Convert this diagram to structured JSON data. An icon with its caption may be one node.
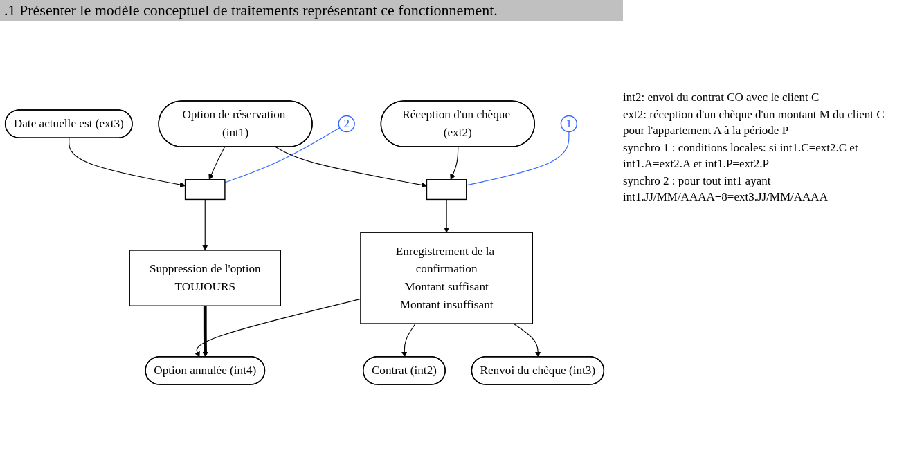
{
  "diagram": {
    "title": ".1 Présenter le modèle conceptuel de traitements représentant ce fonctionnement.",
    "nodes": [
      {
        "text": [
          "Date actuelle est (ext3)"
        ]
      },
      {
        "text": [
          "Option de réservation (int1)"
        ]
      },
      {
        "text": [
          "Réception d'un chèque (ext2)"
        ]
      },
      {
        "text": [],
        "shape": "box"
      },
      {
        "text": [
          "2"
        ]
      },
      {
        "text": [],
        "shape": "box"
      },
      {
        "text": [
          "1"
        ]
      },
      {
        "text": [
          "Suppression de l'option",
          "TOUJOURS"
        ]
      },
      {
        "text": [
          "Enregistrement de la confirmation",
          "Montant suffisant",
          "Montant insuffisant"
        ]
      },
      {
        "text": [
          "Contrat (int2)"
        ]
      },
      {
        "text": [
          "Renvoi du chèque (int3)"
        ]
      },
      {
        "text": [
          "Option annulée (int4)"
        ]
      }
    ],
    "edges": [
      {
        "from": 0,
        "to": 3,
        "arrow": "to"
      },
      {
        "from": 1,
        "to": 3,
        "arrow": "to"
      },
      {
        "from": 1,
        "to": 5,
        "arrow": "to"
      },
      {
        "from": 2,
        "to": 5,
        "arrow": "to"
      },
      {
        "from": 4,
        "to": 3,
        "arrow": "none",
        "color": "#3366ff"
      },
      {
        "from": 6,
        "to": 5,
        "arrow": "none",
        "color": "#3366ff"
      },
      {
        "from": 3,
        "to": 7,
        "arrow": "to"
      },
      {
        "from": 5,
        "to": 8,
        "arrow": "to"
      },
      {
        "from": 8,
        "to": 9,
        "arrow": "to"
      },
      {
        "from": 8,
        "to": 11,
        "arrow": "to"
      },
      {
        "from": 8,
        "to": 10,
        "arrow": "to"
      },
      {
        "from": 7,
        "to": 11,
        "arrow": "to",
        "style": "thick"
      }
    ],
    "labels": [
      "int2: envoi du contrat CO avec le client C",
      "ext2: réception d'un chèque d'un montant M du client C pour l'appartement A à la période P",
      "synchro 1 : conditions locales: si int1.C=ext2.C et int1.A=ext2.A et int1.P=ext2.P",
      "synchro 2 : pour tout int1 ayant int1.JJ/MM/AAAA+8=ext3.JJ/MM/AAAA"
    ]
  }
}
